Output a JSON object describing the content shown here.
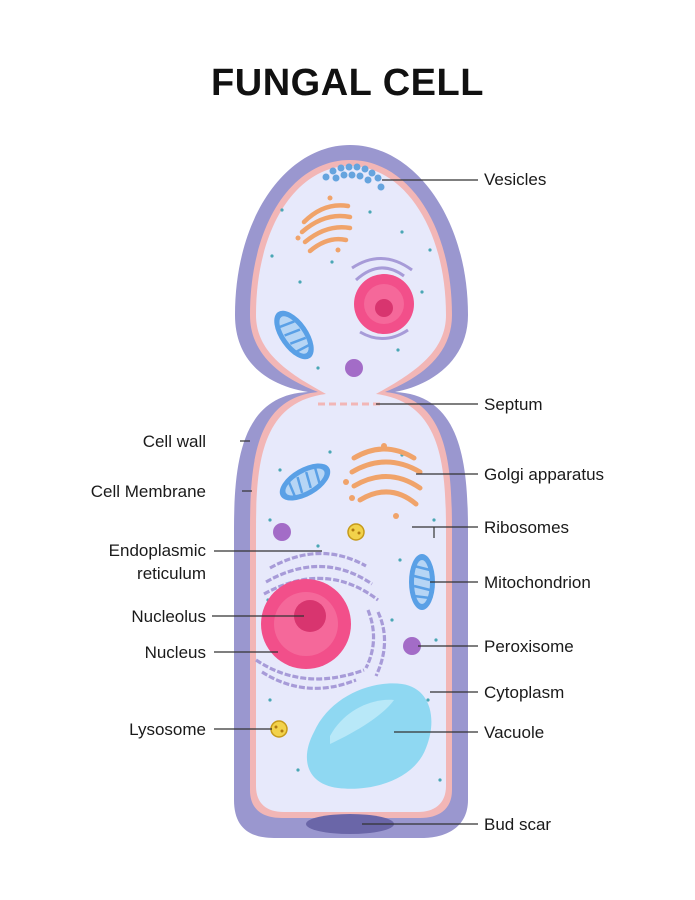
{
  "title": "FUNGAL CELL",
  "labels": {
    "vesicles": "Vesicles",
    "septum": "Septum",
    "golgi": "Golgi apparatus",
    "ribosomes": "Ribosomes",
    "mitochondrion": "Mitochondrion",
    "peroxisome": "Peroxisome",
    "cytoplasm": "Cytoplasm",
    "vacuole": "Vacuole",
    "bud_scar": "Bud scar",
    "cell_wall": "Cell wall",
    "cell_membrane": "Cell Membrane",
    "endoplasmic_reticulum_line1": "Endoplasmic",
    "endoplasmic_reticulum_line2": "reticulum",
    "nucleolus": "Nucleolus",
    "nucleus": "Nucleus",
    "lysosome": "Lysosome"
  },
  "colors": {
    "cell_wall": "#9a97cf",
    "cell_membrane": "#f2b6b6",
    "cytoplasm": "#e7e9fb",
    "nucleus": "#f24f8a",
    "nucleolus": "#d8356f",
    "er": "#a79bd8",
    "golgi": "#f0a36a",
    "mitochondrion": "#5aa0e6",
    "vacuole": "#8fd8f2",
    "vesicles": "#66a4de",
    "peroxisome": "#a36cc7",
    "lysosome": "#f2d24b"
  }
}
